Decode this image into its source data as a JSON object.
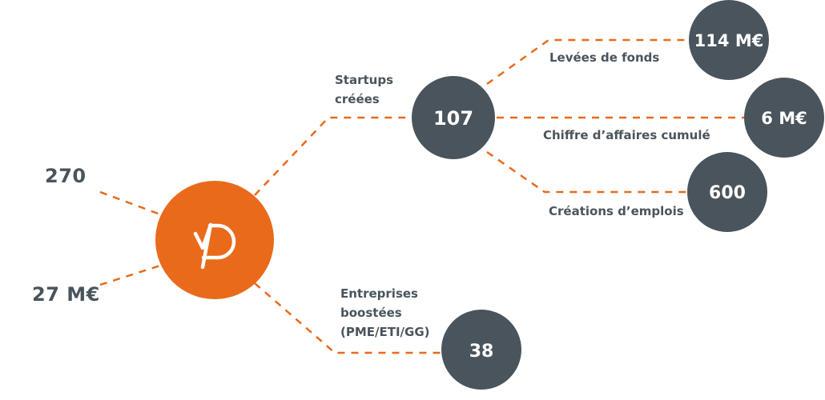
{
  "colors": {
    "accent": "#e96a1a",
    "node": "#4a545c",
    "text": "#4a545c"
  },
  "hub": {
    "logo": "vP logo"
  },
  "left_stats": [
    "270",
    "27 M€"
  ],
  "branches": {
    "startups": {
      "label_line1": "Startups",
      "label_line2": "créées",
      "value": "107"
    },
    "entreprises": {
      "label_line1": "Entreprises",
      "label_line2": "boostées",
      "label_line3": "(PME/ETI/GG)",
      "value": "38"
    }
  },
  "outcomes": [
    {
      "label": "Levées de fonds",
      "value": "114 M€"
    },
    {
      "label": "Chiffre d’affaires cumulé",
      "value": "6 M€"
    },
    {
      "label": "Créations d’emplois",
      "value": "600"
    }
  ]
}
